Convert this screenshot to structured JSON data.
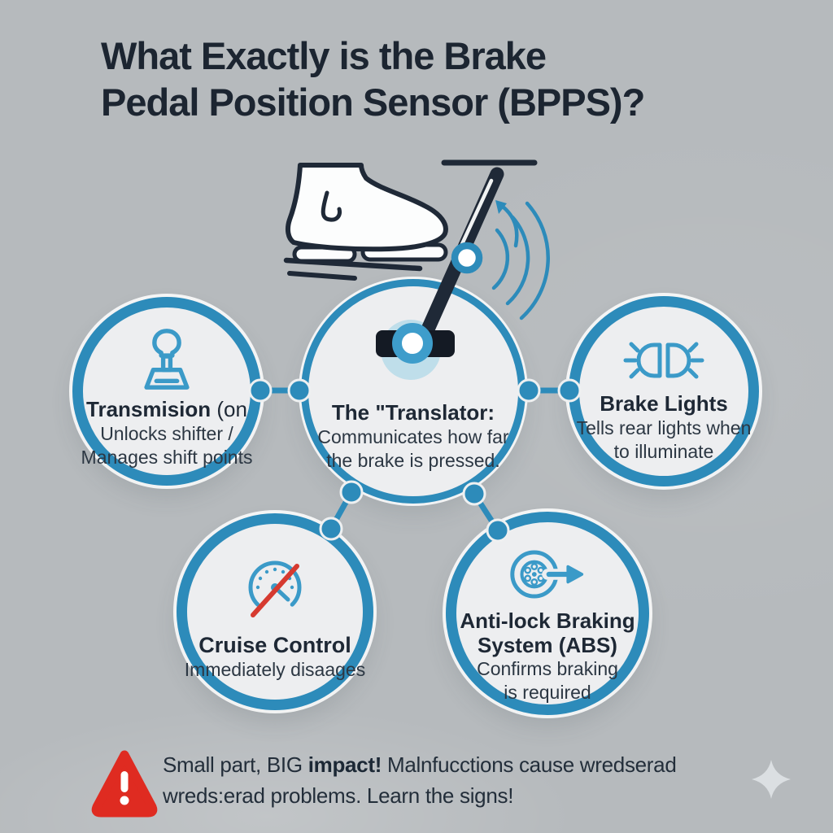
{
  "title": {
    "line1": "What Exactly is the Brake",
    "line2": "Pedal Position Sensor (BPPS)?"
  },
  "center_node": {
    "heading": "The \"Translator:",
    "body_line1": "Communicates how far",
    "body_line2": "the brake is pressed."
  },
  "nodes": {
    "transmission": {
      "icon": "gear-shifter-icon",
      "heading_bold": "Transmision",
      "heading_suffix": " (on",
      "body_line1": "Unlocks shifter /",
      "body_line2": "Manages shift points"
    },
    "brake_lights": {
      "icon": "brake-lights-icon",
      "heading": "Brake Lights",
      "body_line1": "Tells rear lights when",
      "body_line2": "to illuminate"
    },
    "cruise_control": {
      "icon": "speedometer-disabled-icon",
      "heading": "Cruise Control",
      "body_line1": "Immediately disaages"
    },
    "abs": {
      "icon": "wheel-arrow-icon",
      "heading_line1": "Anti-lock Braking",
      "heading_line2": "System (ABS)",
      "body_line1": "Confirms braking",
      "body_line2": "is required"
    }
  },
  "footer": {
    "icon": "warning-triangle-icon",
    "seg1": "Small part, BIG ",
    "seg2_bold": "impact!",
    "seg3": " Malnfucctions cause wredserad",
    "line2": "wreds:erad problems. Learn the signs!"
  },
  "illustration": {
    "parts": [
      "shoe-icon",
      "brake-pedal-arm",
      "pedal-position-sensor",
      "signal-waves-icon",
      "pedal-travel-arrow"
    ]
  },
  "decor": {
    "icon": "sparkle-icon"
  },
  "colors": {
    "background": "#b6babd",
    "accent_blue": "#2d8bba",
    "icon_blue": "#3b9ac8",
    "dark_navy": "#1c2531",
    "circle_fill": "#edeef0",
    "alert_red": "#df2b21",
    "glow_blue": "#b3d9e8"
  }
}
